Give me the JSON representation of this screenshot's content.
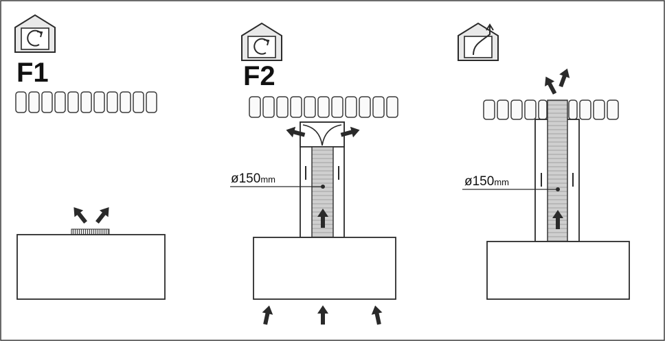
{
  "panels": [
    {
      "id": "F1",
      "label": "F1",
      "mode_icon": "recirculation-house-icon"
    },
    {
      "id": "F2",
      "label": "F2",
      "mode_icon": "recirculation-house-icon",
      "diameter": "ø150",
      "unit": "mm"
    },
    {
      "id": "F3",
      "label": "",
      "mode_icon": "extraction-house-icon",
      "diameter": "ø150",
      "unit": "mm"
    }
  ]
}
